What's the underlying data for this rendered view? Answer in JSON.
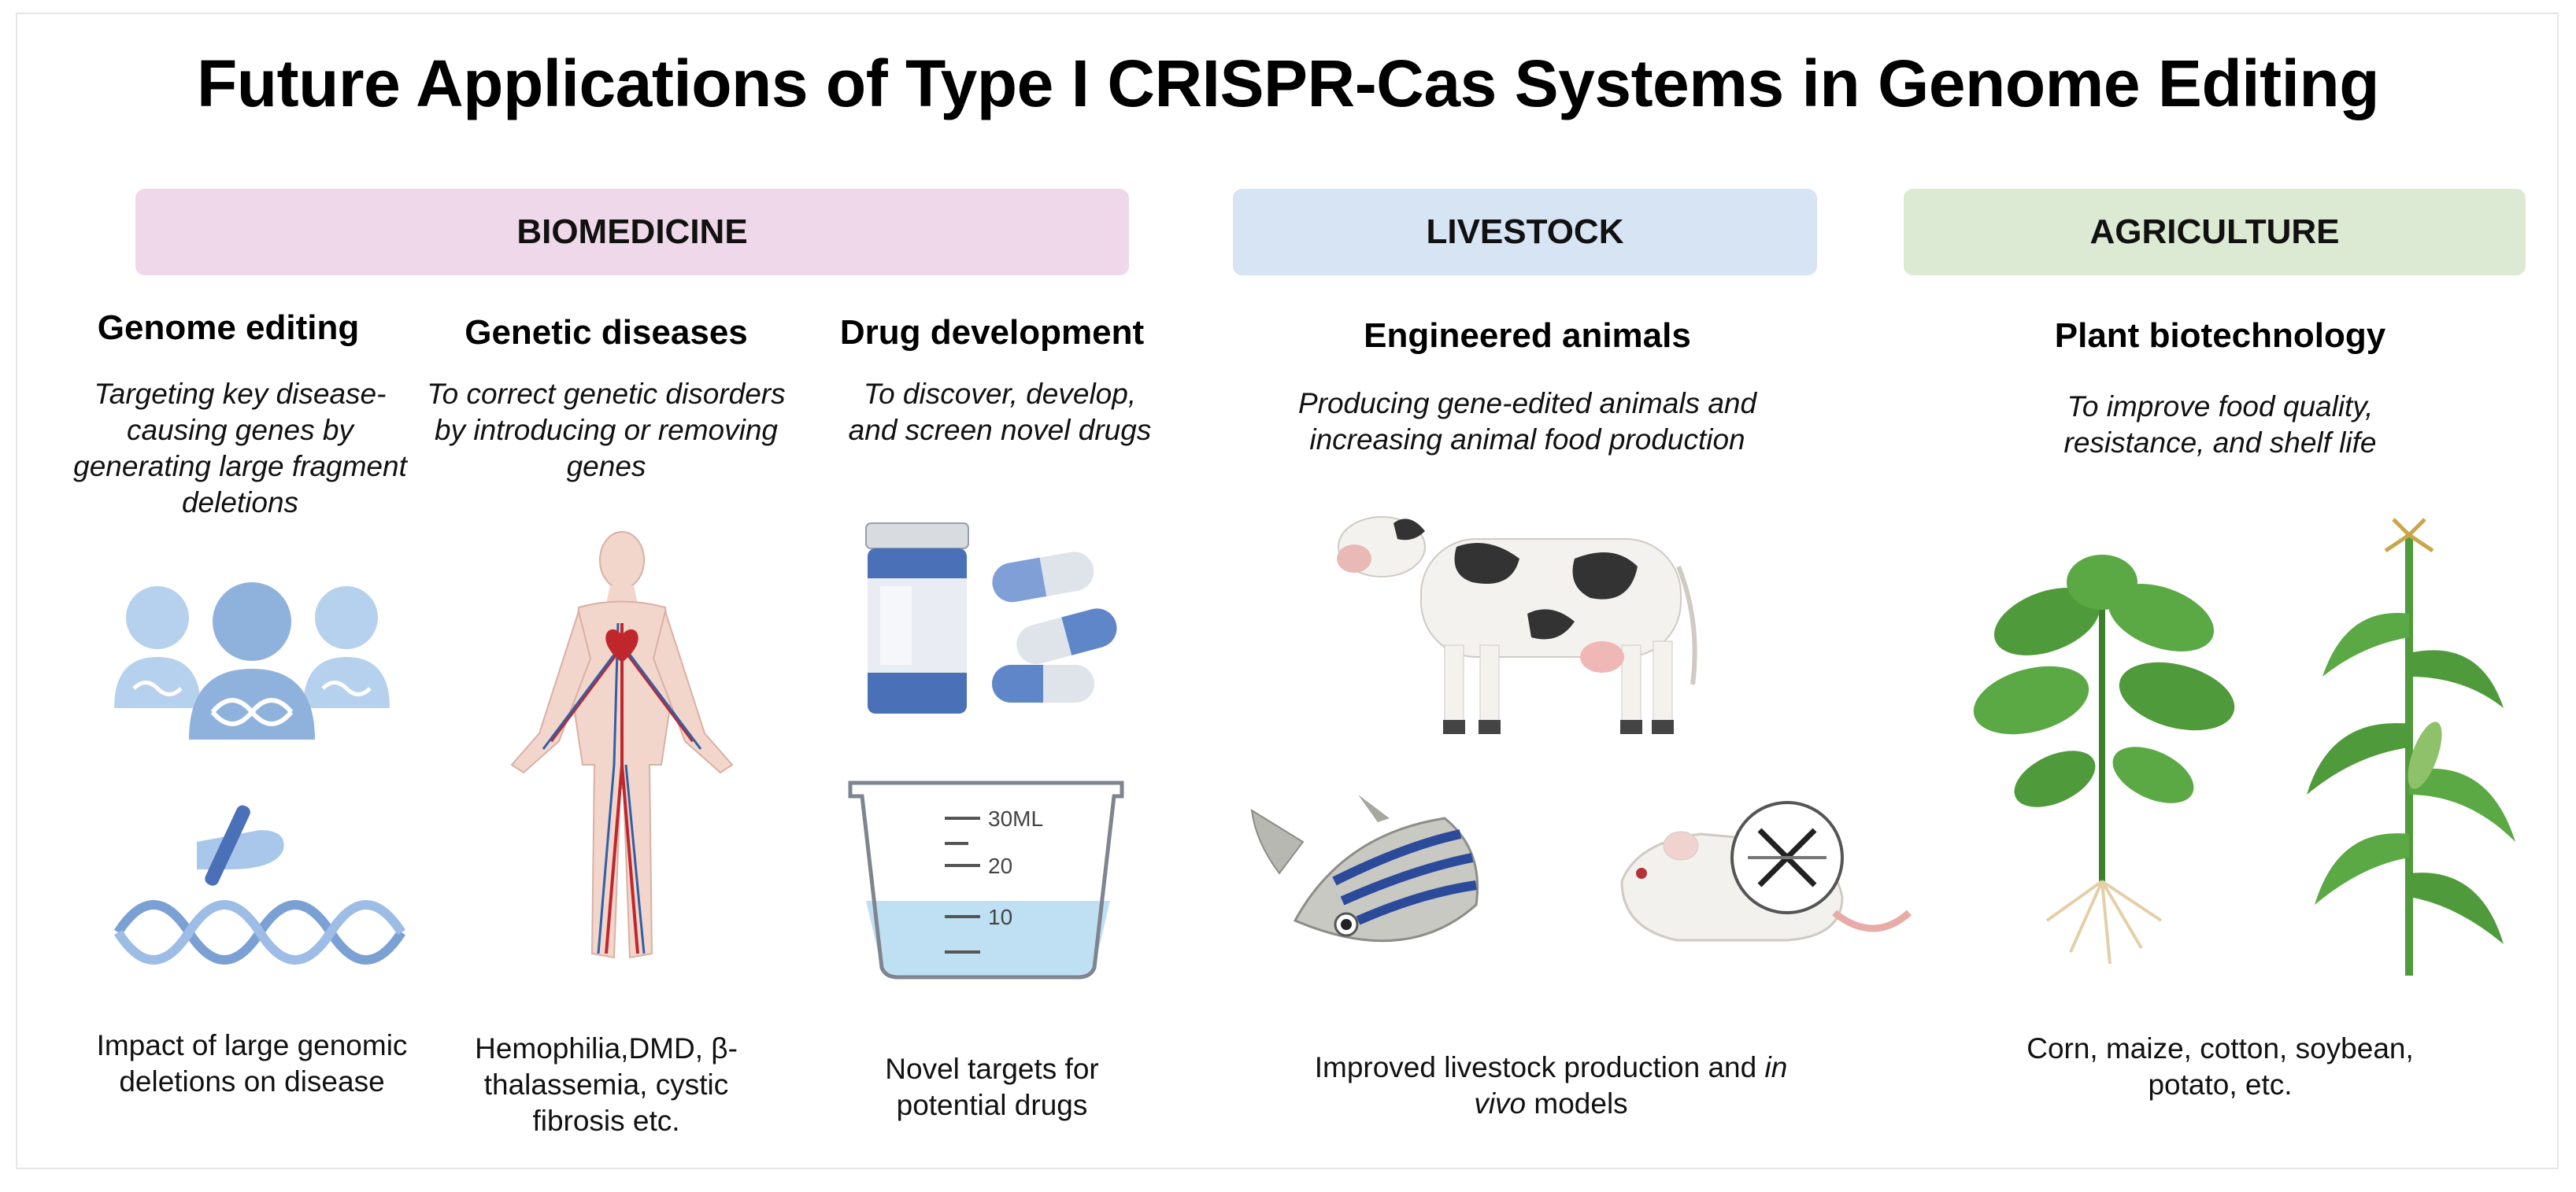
{
  "title": "Future Applications of Type I CRISPR-Cas Systems in Genome Editing",
  "bands": {
    "biomedicine": "BIOMEDICINE",
    "livestock": "LIVESTOCK",
    "agriculture": "AGRICULTURE"
  },
  "columns": {
    "genome_editing": {
      "heading": "Genome editing",
      "description": "Targeting key disease-causing genes by generating large fragment deletions",
      "outcome": "Impact of large genomic deletions on disease"
    },
    "genetic_diseases": {
      "heading": "Genetic diseases",
      "description": "To correct genetic disorders by introducing or removing genes",
      "outcome": "Hemophilia,DMD, β-thalassemia, cystic fibrosis etc."
    },
    "drug_development": {
      "heading": "Drug development",
      "description": "To discover, develop, and screen novel drugs",
      "outcome": "Novel targets for potential drugs",
      "beaker_marks": [
        "30ML",
        "20",
        "10"
      ]
    },
    "engineered_animals": {
      "heading": "Engineered animals",
      "description": "Producing gene-edited animals and increasing animal food production",
      "outcome_pre": "Improved livestock production and ",
      "outcome_italic": "in vivo",
      "outcome_post": " models"
    },
    "plant_biotechnology": {
      "heading": "Plant biotechnology",
      "description": "To improve food quality, resistance, and shelf life",
      "outcome": "Corn, maize, cotton, soybean, potato, etc."
    }
  },
  "colors": {
    "biomedicine_band": "#efd8e9",
    "livestock_band": "#d6e4f3",
    "agriculture_band": "#dcead3",
    "people_blue": "#8fb2dc",
    "dna_blue": "#7aa0d4",
    "pill_blue": "#4a70b8",
    "plant_green": "#4f9a3a"
  }
}
